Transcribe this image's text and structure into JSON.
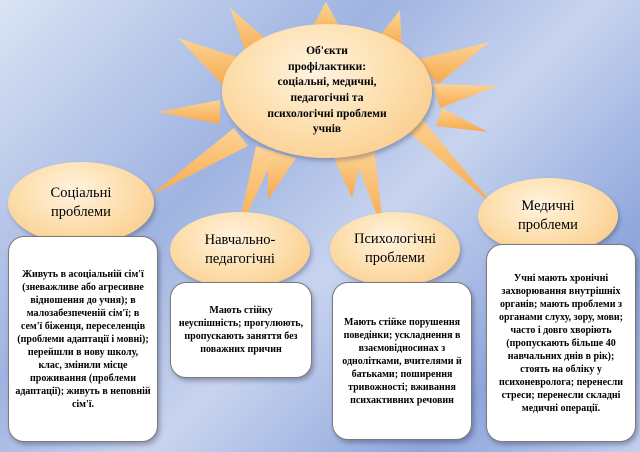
{
  "center": {
    "lines": [
      "Об'єкти",
      "профілактики:",
      "соціальні, медичні,",
      "педагогічні та",
      "психологічні проблеми",
      "учнів"
    ]
  },
  "categories": [
    {
      "title_lines": [
        "Соціальні",
        "проблеми"
      ],
      "text": "Живуть в асоціальній сім'ї (зневажливе або агресивне відношення до учня); в малозабезпеченій сім'ї; в сем'ї біженця, переселенців (проблеми адаптації і мовні); перейшли в нову школу, клас, змінили місце проживання (проблеми адаптації); живуть в неповній сім'ї."
    },
    {
      "title_lines": [
        "Навчально-",
        "педагогічні"
      ],
      "text": "Мають стійку неуспішність; прогулюють, пропускають заняття без поважних причин"
    },
    {
      "title_lines": [
        "Психологічні",
        "проблеми"
      ],
      "text": "Мають стійке порушення поведінки; ускладнення в взаємовідносинах з однолітками, вчителями й батьками; поширення тривожності; вживання психактивних речовин"
    },
    {
      "title_lines": [
        "Медичні",
        "проблеми"
      ],
      "text": "Учні мають хронічні захворювання внутрішніх органів; мають проблеми з органами слуху, зору, мови; часто і довго хворіють (пропускають більше 40 навчальних днів в рік); стоять на обліку у психоневролога; перенесли стреси; перенесли складні медичні операції."
    }
  ],
  "colors": {
    "ray_fill": "#fbbd6b",
    "ray_edge": "#f59f3a",
    "oval_fill": "#fde0b0"
  }
}
